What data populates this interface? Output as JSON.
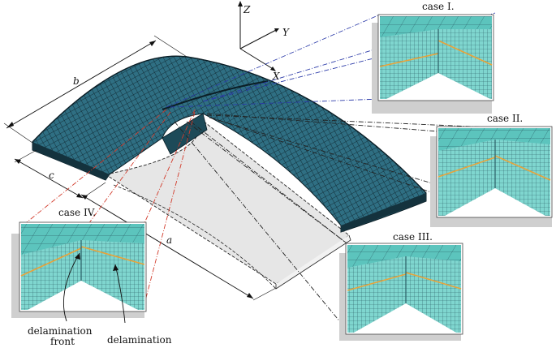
{
  "axes": {
    "x": "X",
    "y": "Y",
    "z": "Z"
  },
  "dimensions": {
    "a": "a",
    "b": "b",
    "c": "c"
  },
  "cases": {
    "case1": "case I.",
    "case2": "case II.",
    "case3": "case III.",
    "case4": "case IV."
  },
  "annotations": {
    "delam_front_line1": "delamination",
    "delam_front_line2": "front",
    "delamination": "delamination"
  },
  "colors": {
    "shell": "#2f6f83",
    "mesh_line": "#0b1e26",
    "inset_fill": "#7fd6cf",
    "inset_top": "#5cc4bd",
    "interface": "#e8a33a",
    "plate_fill": "#e6e6e6",
    "blue_leader": "#2b3aa8",
    "red_leader": "#d23a2a",
    "black_leader": "#222222"
  }
}
